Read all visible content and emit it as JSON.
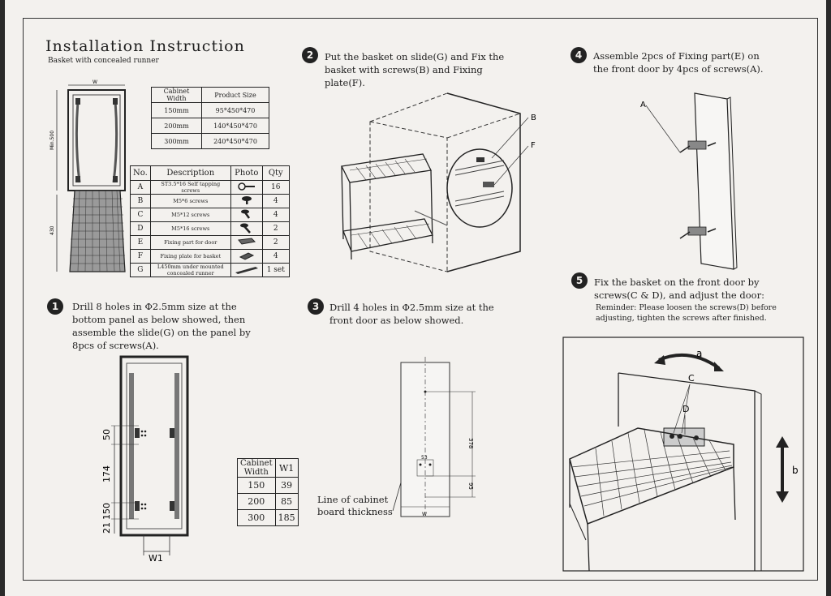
{
  "header": {
    "title": "Installation Instruction",
    "subtitle": "Basket with concealed runner"
  },
  "overview_diagram": {
    "width_label": "W",
    "min_label": "Min.500",
    "height_label": "430"
  },
  "size_table": {
    "headers": [
      "Cabinet Width",
      "Product Size"
    ],
    "rows": [
      [
        "150mm",
        "95*450*470"
      ],
      [
        "200mm",
        "140*450*470"
      ],
      [
        "300mm",
        "240*450*470"
      ]
    ]
  },
  "parts_table": {
    "headers": [
      "No.",
      "Description",
      "Photo",
      "Qty"
    ],
    "rows": [
      {
        "no": "A",
        "desc": "ST3.5*16 Self tapping screws",
        "icon": "self-tapping-screw-icon",
        "qty": "16"
      },
      {
        "no": "B",
        "desc": "M5*6 screws",
        "icon": "short-screw-icon",
        "qty": "4"
      },
      {
        "no": "C",
        "desc": "M5*12 screws",
        "icon": "medium-screw-icon",
        "qty": "4"
      },
      {
        "no": "D",
        "desc": "M5*16 screws",
        "icon": "long-screw-icon",
        "qty": "2"
      },
      {
        "no": "E",
        "desc": "Fixing part for door",
        "icon": "door-fixing-part-icon",
        "qty": "2"
      },
      {
        "no": "F",
        "desc": "Fixing plate for basket",
        "icon": "basket-fixing-plate-icon",
        "qty": "4"
      },
      {
        "no": "G",
        "desc": "L450mm under mounted concealed runner",
        "icon": "concealed-runner-icon",
        "qty": "1 set"
      }
    ]
  },
  "steps": [
    {
      "num": "1",
      "lines": [
        "Drill 8 holes in Φ2.5mm size at the",
        "bottom panel as below showed, then",
        "assemble the slide(G) on the panel by",
        "8pcs of screws(A)."
      ]
    },
    {
      "num": "2",
      "lines": [
        "Put the basket on slide(G) and Fix the",
        "basket with screws(B) and Fixing",
        "plate(F)."
      ]
    },
    {
      "num": "3",
      "lines": [
        "Drill 4 holes in Φ2.5mm size at the",
        "front door as below showed."
      ]
    },
    {
      "num": "4",
      "lines": [
        "Assemble 2pcs of Fixing part(E) on",
        "the front door by 4pcs of screws(A)."
      ]
    },
    {
      "num": "5",
      "lines": [
        "Fix the basket on the front door by",
        "screws(C & D), and adjust the door:"
      ],
      "reminder": [
        "Reminder: Please loosen the screws(D) before",
        "adjusting, tighten the screws after finished."
      ]
    }
  ],
  "step1_diagram": {
    "dims": [
      "50",
      "174",
      "150",
      "21"
    ],
    "w1_label": "W1"
  },
  "w1_table": {
    "headers": [
      "Cabinet Width",
      "W1"
    ],
    "rows": [
      [
        "150",
        "39"
      ],
      [
        "200",
        "85"
      ],
      [
        "300",
        "185"
      ]
    ]
  },
  "step2_diagram": {
    "label_b": "B",
    "label_f": "F"
  },
  "step3_diagram": {
    "dim_378": "378",
    "dim_95": "95",
    "dim_53": "53",
    "width_label": "W",
    "callout": [
      "Line of cabinet",
      "board thickness"
    ]
  },
  "step4_diagram": {
    "label_a": "A"
  },
  "step5_diagram": {
    "label_a": "a",
    "label_b": "b",
    "label_c": "C",
    "label_d": "D"
  }
}
